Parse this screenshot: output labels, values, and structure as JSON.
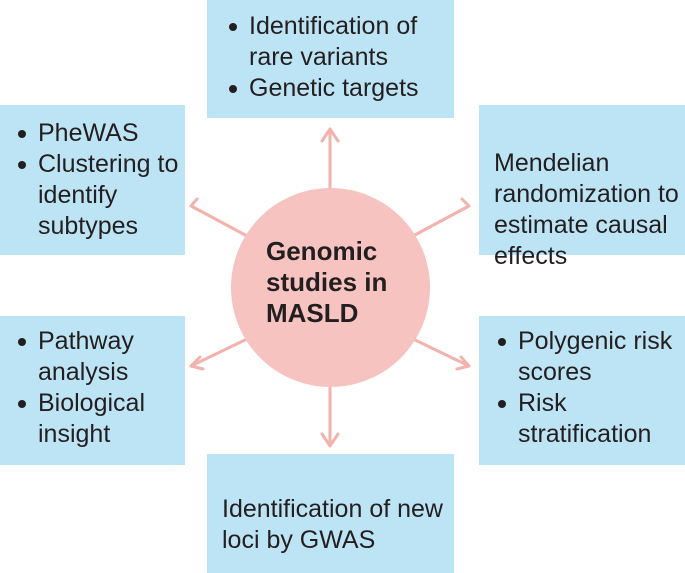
{
  "center": {
    "label": "Genomic\nstudies in\nMASLD"
  },
  "boxes": {
    "top": {
      "bullets": [
        "Identification of rare variants",
        "Genetic targets"
      ]
    },
    "top_left": {
      "bullets": [
        "PheWAS",
        "Clustering to identify subtypes"
      ]
    },
    "top_right": {
      "text": "Mendelian randomization to estimate causal effects"
    },
    "bottom_left": {
      "bullets": [
        "Pathway analysis",
        "Biological insight"
      ]
    },
    "bottom_right": {
      "bullets": [
        "Polygenic risk scores",
        "Risk stratification"
      ]
    },
    "bottom": {
      "text": "Identification of new loci by GWAS"
    }
  },
  "colors": {
    "box": "#bde4f4",
    "circle": "#f6c3c0",
    "arrow": "#f2b3ad",
    "text": "#231f20"
  }
}
